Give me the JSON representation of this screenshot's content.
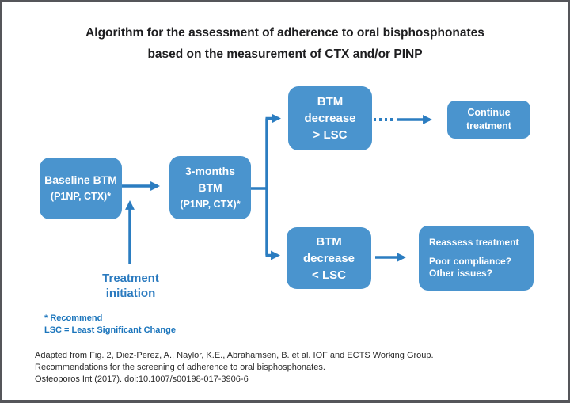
{
  "title": {
    "line1": "Algorithm for the assessment of adherence to oral bisphosphonates",
    "line2": "based on the measurement of CTX and/or PINP"
  },
  "nodes": {
    "baseline": {
      "lines": [
        "Baseline BTM",
        "(P1NP, CTX)*"
      ]
    },
    "three_months": {
      "lines": [
        "3-months",
        "BTM",
        "(P1NP, CTX)*"
      ]
    },
    "decrease_gt_lsc": {
      "lines": [
        "BTM",
        "decrease",
        "> LSC"
      ]
    },
    "continue_treatment": {
      "lines": [
        "Continue",
        "treatment"
      ]
    },
    "decrease_lt_lsc": {
      "lines": [
        "BTM",
        "decrease",
        "< LSC"
      ]
    },
    "reassess": {
      "lines": [
        "Reassess treatment",
        "Poor compliance?",
        "Other issues?"
      ]
    }
  },
  "labels": {
    "treatment_initiation_line1": "Treatment",
    "treatment_initiation_line2": "initiation"
  },
  "footnotes": {
    "line1": "* Recommend",
    "line2": "LSC = Least Significant Change"
  },
  "citation": {
    "line1": "Adapted from Fig. 2, Diez-Perez, A., Naylor, K.E., Abrahamsen, B. et al. IOF and ECTS Working Group.",
    "line2": "Recommendations for the screening of adherence to oral bisphosphonates.",
    "line3": "Osteoporos Int (2017). doi:10.1007/s00198-017-3906-6"
  },
  "colors": {
    "node_fill": "#4a94ce",
    "arrow_blue": "#2b7dc1",
    "footnote_blue": "#1b75bc",
    "title_text": "#1e1e20",
    "frame_border": "#55565a",
    "node_text": "#ffffff"
  }
}
